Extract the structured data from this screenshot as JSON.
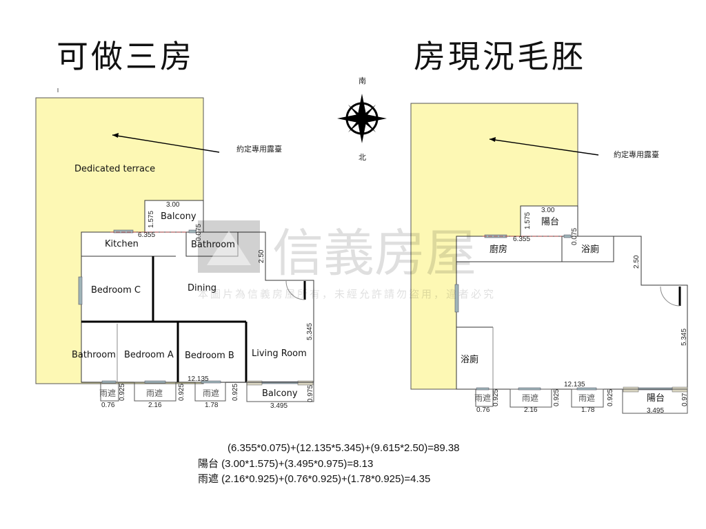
{
  "titles": {
    "left": "可做三房",
    "right": "房現況毛胚"
  },
  "compass": {
    "south": "南",
    "north": "北"
  },
  "watermark": {
    "brand": "信義房屋",
    "notice": "本圖片為信義房屋所有，未經允許請勿盜用，違者必究"
  },
  "left_plan": {
    "terrace_note": "約定專用露臺",
    "terrace_label": "Dedicated terrace",
    "rooms": {
      "balcony_top": "Balcony",
      "kitchen": "Kitchen",
      "bathroom_top": "Bathroom",
      "bedroom_c": "Bedroom C",
      "dining": "Dining",
      "bathroom_bottom": "Bathroom",
      "bedroom_a": "Bedroom A",
      "bedroom_b": "Bedroom B",
      "living_room": "Living Room",
      "balcony_bottom": "Balcony",
      "rain1": "雨遮",
      "rain2": "雨遮",
      "rain3": "雨遮"
    },
    "dims": {
      "w300": "3.00",
      "h1575": "1.575",
      "w6355": "6.355",
      "h0075": "0.075",
      "h250": "2.50",
      "h5345": "5.345",
      "w12135": "12.135",
      "r076": "0.76",
      "r216": "2.16",
      "r178": "1.78",
      "h0925a": "0.925",
      "h0925b": "0.925",
      "h0925c": "0.925",
      "w3495": "3.495",
      "h0975": "0.975"
    }
  },
  "right_plan": {
    "terrace_note": "約定專用露臺",
    "rooms": {
      "balcony_top": "陽台",
      "kitchen": "廚房",
      "bathroom_top": "浴廁",
      "bathroom_bottom": "浴廁",
      "rain1": "雨遮",
      "rain2": "雨遮",
      "rain3": "雨遮",
      "balcony_bottom": "陽台"
    },
    "dims": {
      "w300": "3.00",
      "h1575": "1.575",
      "w6355": "6.355",
      "h0075": "0.075",
      "h250": "2.50",
      "h5345": "5.345",
      "w12135": "12.135",
      "r076": "0.76",
      "r216": "2.16",
      "r178": "1.78",
      "h0925a": "0.925",
      "h0925b": "0.925",
      "h0925c": "0.925",
      "w3495": "3.495",
      "h097": "0.97"
    }
  },
  "formulas": {
    "main": "(6.355*0.075)+(12.135*5.345)+(9.615*2.50)=89.38",
    "balcony": "陽台 (3.00*1.575)+(3.495*0.975)=8.13",
    "rain": "雨遮 (2.16*0.925)+(0.76*0.925)+(1.78*0.925)=4.35"
  }
}
